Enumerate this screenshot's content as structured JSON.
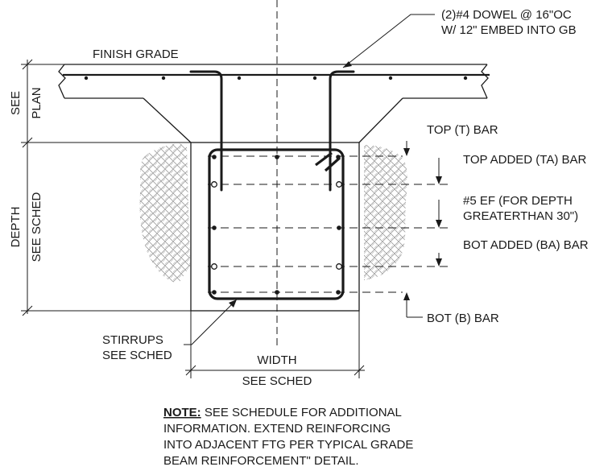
{
  "labels": {
    "dowel_line1": "(2)#4 DOWEL @ 16\"OC",
    "dowel_line2": "W/ 12\" EMBED INTO GB",
    "finish_grade": "FINISH GRADE",
    "see": "SEE",
    "plan": "PLAN",
    "depth": "DEPTH",
    "depth_see_sched": "SEE SCHED",
    "top_bar": "TOP (T) BAR",
    "top_added_bar": "TOP ADDED (TA) BAR",
    "ef_line1": "#5 EF (FOR DEPTH",
    "ef_line2": "GREATERTHAN 30\")",
    "bot_added_bar": "BOT ADDED (BA) BAR",
    "bot_bar": "BOT (B) BAR",
    "stirrups_line1": "STIRRUPS",
    "stirrups_line2": "SEE SCHED",
    "width": "WIDTH",
    "width_see_sched": "SEE SCHED"
  },
  "note": {
    "heading": "NOTE:",
    "line1": " SEE SCHEDULE FOR ADDITIONAL",
    "line2": "INFORMATION.  EXTEND REINFORCING",
    "line3": "INTO ADJACENT FTG PER TYPICAL GRADE",
    "line4": "BEAM REINFORCEMENT\" DETAIL."
  },
  "colors": {
    "line": "#1a1a1a",
    "hatch": "#9a9a9a"
  }
}
